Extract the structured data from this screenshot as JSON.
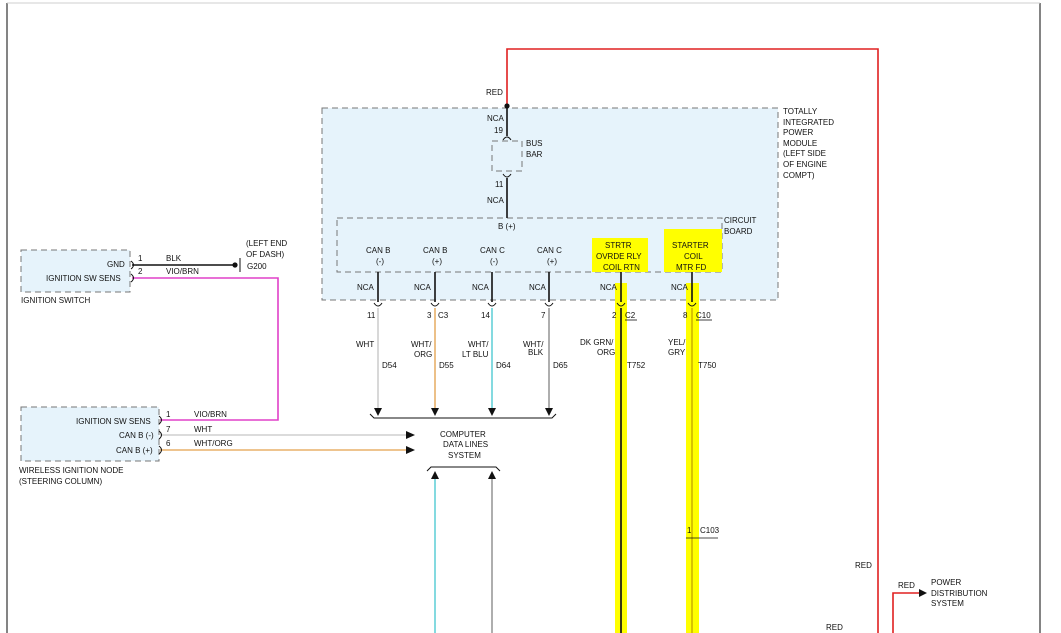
{
  "colors": {
    "red_wire": "#e02020",
    "vio_brn_wire": "#e040c8",
    "wht_wire": "#cfcfcf",
    "wht_org_wire": "#e8b06a",
    "wht_ltblu_wire": "#66d0d8",
    "wht_blk_wire": "#9a9a9a",
    "highlight": "#ffff00",
    "module_fill": "#e6f3fb"
  },
  "tipm": {
    "title": [
      "TOTALLY",
      "INTEGRATED",
      "POWER",
      "MODULE",
      "(LEFT SIDE",
      "OF ENGINE",
      "COMPT)"
    ],
    "red": "RED",
    "nca_top": "NCA",
    "pin_19": "19",
    "bus_bar": [
      "BUS",
      "BAR"
    ],
    "pin_11": "11",
    "nca_mid": "NCA",
    "b_plus": "B (+)",
    "circuit_board": [
      "CIRCUIT",
      "BOARD"
    ]
  },
  "pins": [
    {
      "top": "CAN B",
      "bottom": "(-)",
      "nca": "NCA",
      "pin": "11",
      "conn": "",
      "color": "WHT",
      "color2": "",
      "circuit": "D54"
    },
    {
      "top": "CAN B",
      "bottom": "(+)",
      "nca": "NCA",
      "pin": "3",
      "conn": "C3",
      "color": "WHT/",
      "color2": "ORG",
      "circuit": "D55"
    },
    {
      "top": "CAN C",
      "bottom": "(-)",
      "nca": "NCA",
      "pin": "14",
      "conn": "",
      "color": "WHT/",
      "color2": "LT BLU",
      "circuit": "D64"
    },
    {
      "top": "CAN C",
      "bottom": "(+)",
      "nca": "NCA",
      "pin": "7",
      "conn": "",
      "color": "WHT/",
      "color2": "BLK",
      "circuit": "D65"
    }
  ],
  "strtr_label": [
    "STRTR",
    "OVRDE RLY",
    "COIL RTN"
  ],
  "starter_label": [
    "STARTER",
    "COIL",
    "MTR FD"
  ],
  "strtr_wire": {
    "nca": "NCA",
    "pin": "2",
    "conn": "C2",
    "color": "DK GRN/",
    "color2": "ORG",
    "circuit": "T752"
  },
  "starter_wire": {
    "nca": "NCA",
    "pin": "8",
    "conn": "C10",
    "color": "YEL/",
    "color2": "GRY",
    "circuit": "T750"
  },
  "c103": {
    "pin": "1",
    "conn": "C103"
  },
  "ignition_switch": {
    "gnd": "GND",
    "sens": "IGNITION SW SENS",
    "name": "IGNITION SWITCH",
    "pin1": "1",
    "pin2": "2",
    "blk": "BLK",
    "vio_brn": "VIO/BRN",
    "ground_note": [
      "(LEFT END",
      "OF DASH)"
    ],
    "ground_id": "G200"
  },
  "win": {
    "rows": [
      "IGNITION SW SENS",
      "CAN B (-)",
      "CAN B (+)"
    ],
    "pins": [
      "1",
      "7",
      "6"
    ],
    "wires": [
      "VIO/BRN",
      "WHT",
      "WHT/ORG"
    ],
    "name": [
      "WIRELESS IGNITION NODE",
      "(STEERING COLUMN)"
    ]
  },
  "computer_data": [
    "COMPUTER",
    "DATA LINES",
    "SYSTEM"
  ],
  "power_dist": {
    "red_a": "RED",
    "red_b": "RED",
    "red_c": "RED",
    "label": [
      "POWER",
      "DISTRIBUTION",
      "SYSTEM"
    ]
  }
}
